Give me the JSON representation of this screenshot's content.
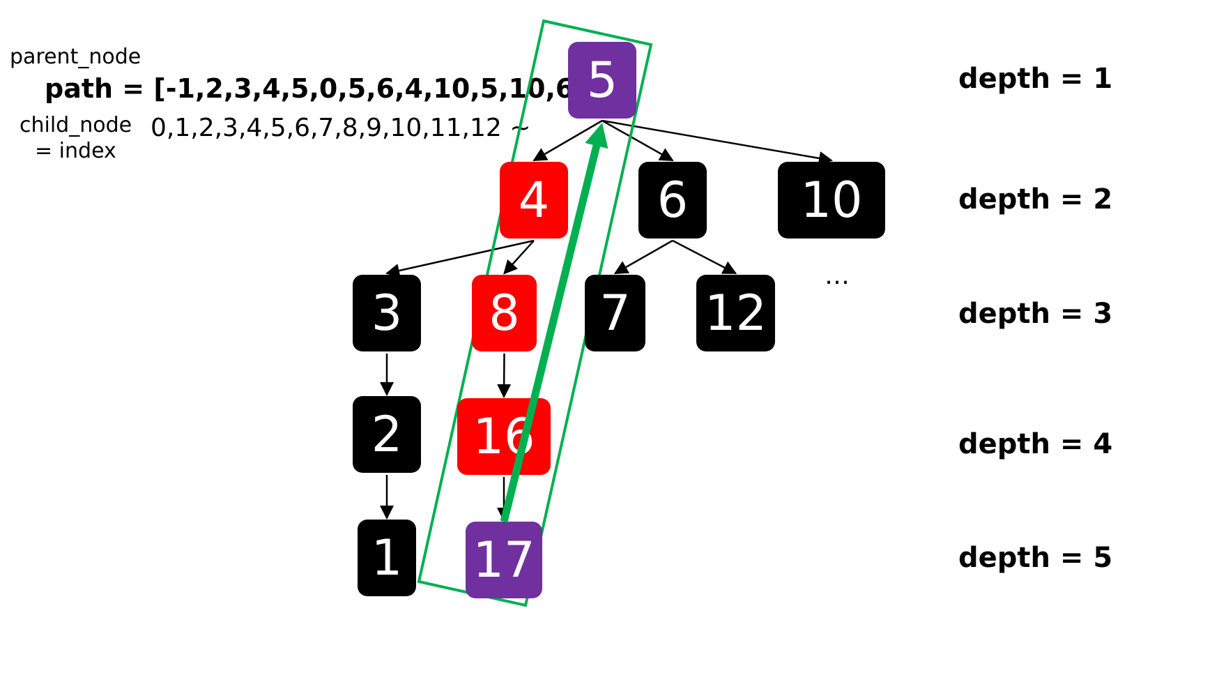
{
  "labels": {
    "parent_node": "parent_node",
    "path": "path = [-1,2,3,4,5,0,5,6,4,10,5,10,6,~]",
    "child_node": "child_node",
    "index_eq": "= index",
    "indices": "0,1,2,3,4,5,6,7,8,9,10,11,12 ~",
    "ellipsis": "…"
  },
  "depths": [
    "depth = 1",
    "depth = 2",
    "depth = 3",
    "depth = 4",
    "depth = 5"
  ],
  "colors": {
    "purple": "#7030a0",
    "red": "#ff0000",
    "black": "#000000",
    "green": "#00b050"
  },
  "nodes": [
    {
      "id": "5",
      "label": "5",
      "color": "purple"
    },
    {
      "id": "4",
      "label": "4",
      "color": "red"
    },
    {
      "id": "6",
      "label": "6",
      "color": "black"
    },
    {
      "id": "10",
      "label": "10",
      "color": "black"
    },
    {
      "id": "3",
      "label": "3",
      "color": "black"
    },
    {
      "id": "8",
      "label": "8",
      "color": "red"
    },
    {
      "id": "7",
      "label": "7",
      "color": "black"
    },
    {
      "id": "12",
      "label": "12",
      "color": "black"
    },
    {
      "id": "2",
      "label": "2",
      "color": "black"
    },
    {
      "id": "16",
      "label": "16",
      "color": "red"
    },
    {
      "id": "1",
      "label": "1",
      "color": "black"
    },
    {
      "id": "17",
      "label": "17",
      "color": "purple"
    }
  ],
  "edges": [
    [
      "5",
      "4"
    ],
    [
      "5",
      "6"
    ],
    [
      "5",
      "10"
    ],
    [
      "4",
      "3"
    ],
    [
      "4",
      "8"
    ],
    [
      "6",
      "7"
    ],
    [
      "6",
      "12"
    ],
    [
      "3",
      "2"
    ],
    [
      "2",
      "1"
    ],
    [
      "8",
      "16"
    ],
    [
      "16",
      "17"
    ]
  ],
  "highlight_arrow": {
    "from": "17",
    "to": "5"
  }
}
